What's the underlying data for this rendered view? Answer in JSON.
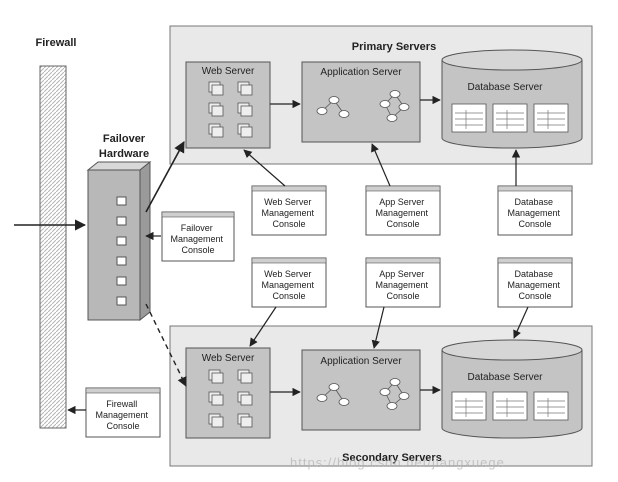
{
  "labels": {
    "firewall": "Firewall",
    "failover_hardware_line1": "Failover",
    "failover_hardware_line2": "Hardware",
    "primary_servers": "Primary Servers",
    "secondary_servers": "Secondary Servers",
    "web_server": "Web Server",
    "application_server": "Application Server",
    "database_server": "Database Server",
    "watermark": "https://blog.csdn.net/jiangxuege"
  },
  "consoles": {
    "web_server": [
      "Web Server",
      "Management",
      "Console"
    ],
    "app_server": [
      "App Server",
      "Management",
      "Console"
    ],
    "database": [
      "Database",
      "Management",
      "Console"
    ],
    "failover": [
      "Failover",
      "Management",
      "Console"
    ],
    "firewall": [
      "Firewall",
      "Management",
      "Console"
    ]
  },
  "colors": {
    "tier_background": "#e9e9e9",
    "server_fill": "#c4c4c4",
    "console_fill": "#ffffff",
    "stroke": "#555555",
    "text": "#222222"
  }
}
